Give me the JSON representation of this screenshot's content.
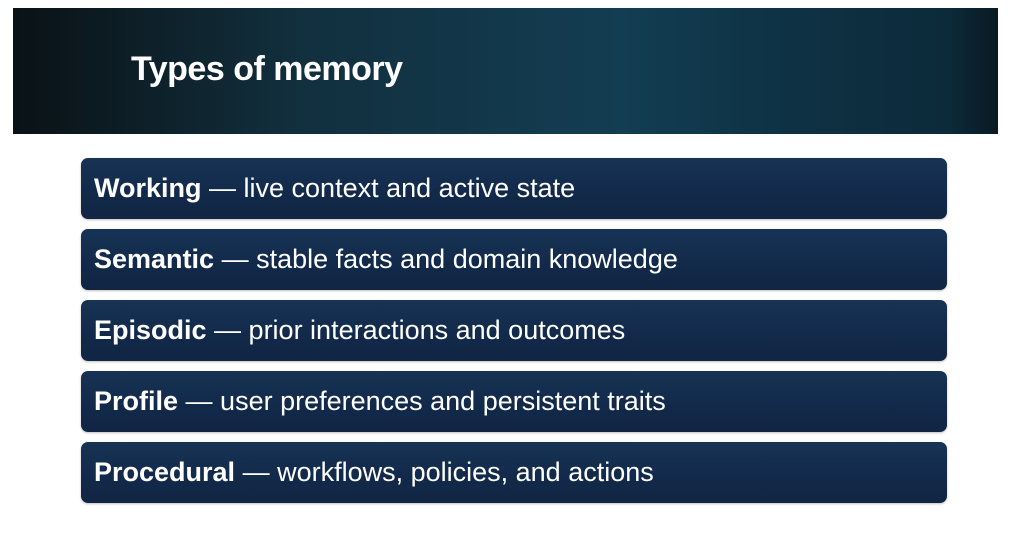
{
  "title": "Types of memory",
  "items": [
    {
      "term": "Working",
      "sep": " — ",
      "desc": "live context and active state"
    },
    {
      "term": "Semantic",
      "sep": " — ",
      "desc": "stable facts and domain knowledge"
    },
    {
      "term": "Episodic",
      "sep": " — ",
      "desc": "prior interactions and outcomes"
    },
    {
      "term": "Profile",
      "sep": " — ",
      "desc": "user preferences and persistent traits"
    },
    {
      "term": "Procedural",
      "sep": " — ",
      "desc": "workflows, policies, and actions"
    }
  ]
}
